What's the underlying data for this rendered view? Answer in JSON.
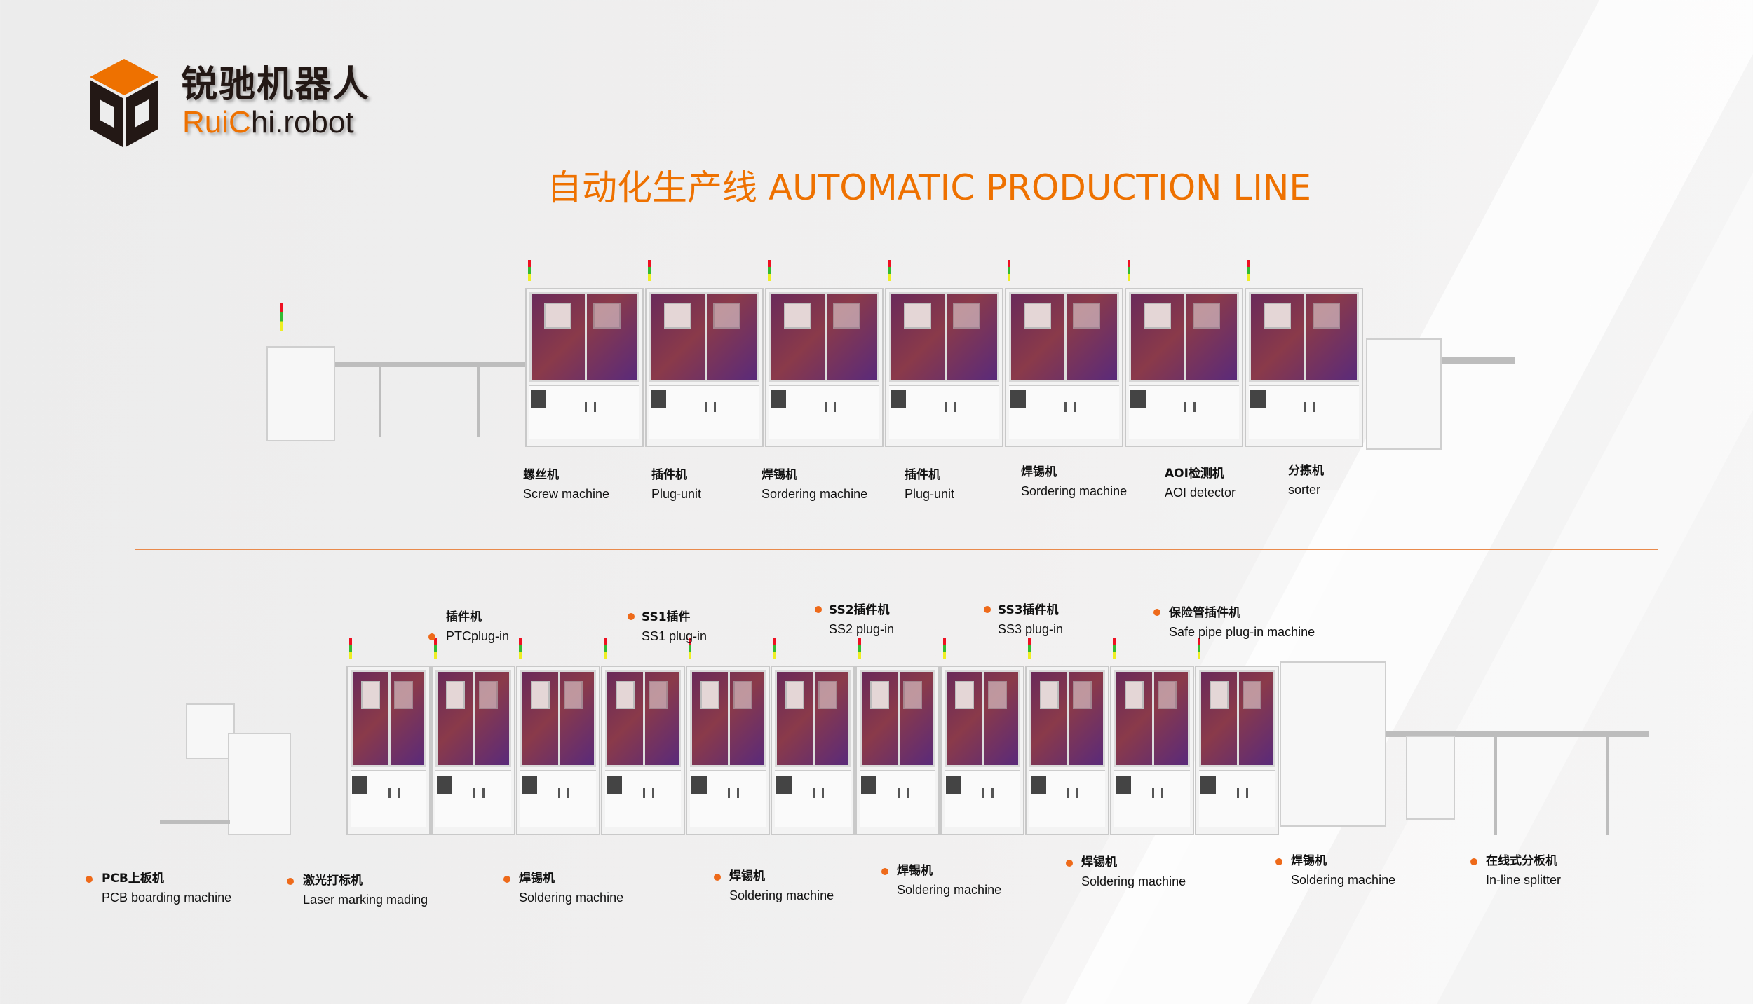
{
  "logo": {
    "cn": "锐驰机器人",
    "en_highlight_1": "Rui",
    "en_highlight_2": "C",
    "en_rest_1": "hi",
    "en_rest_2": ".robot"
  },
  "title": "自动化生产线 AUTOMATIC PRODUCTION LINE",
  "colors": {
    "accent": "#ee7100",
    "text": "#111111",
    "background": "#efefef"
  },
  "top_line": [
    {
      "cn": "螺丝机",
      "en": "Screw machine"
    },
    {
      "cn": "插件机",
      "en": "Plug-unit"
    },
    {
      "cn": "焊锡机",
      "en": "Sordering machine"
    },
    {
      "cn": "插件机",
      "en": "Plug-unit"
    },
    {
      "cn": "焊锡机",
      "en": "Sordering machine"
    },
    {
      "cn": "AOI检测机",
      "en": "AOI detector"
    },
    {
      "cn": "分拣机",
      "en": "sorter"
    }
  ],
  "bottom_upper": [
    {
      "cn": "插件机",
      "en": "PTCplug-in"
    },
    {
      "cn": "SS1插件",
      "en": "SS1 plug-in"
    },
    {
      "cn": "SS2插件机",
      "en": "SS2 plug-in"
    },
    {
      "cn": "SS3插件机",
      "en": "SS3 plug-in"
    },
    {
      "cn": "保险管插件机",
      "en": "Safe pipe plug-in machine"
    }
  ],
  "bottom_lower": [
    {
      "cn": "PCB上板机",
      "en": "PCB boarding machine"
    },
    {
      "cn": "激光打标机",
      "en": "Laser marking mading"
    },
    {
      "cn": "焊锡机",
      "en": "Soldering machine"
    },
    {
      "cn": "焊锡机",
      "en": "Soldering machine"
    },
    {
      "cn": "焊锡机",
      "en": "Soldering machine"
    },
    {
      "cn": "焊锡机",
      "en": "Soldering machine"
    },
    {
      "cn": "焊锡机",
      "en": "Soldering machine"
    },
    {
      "cn": "在线式分板机",
      "en": "In-line splitter"
    }
  ]
}
